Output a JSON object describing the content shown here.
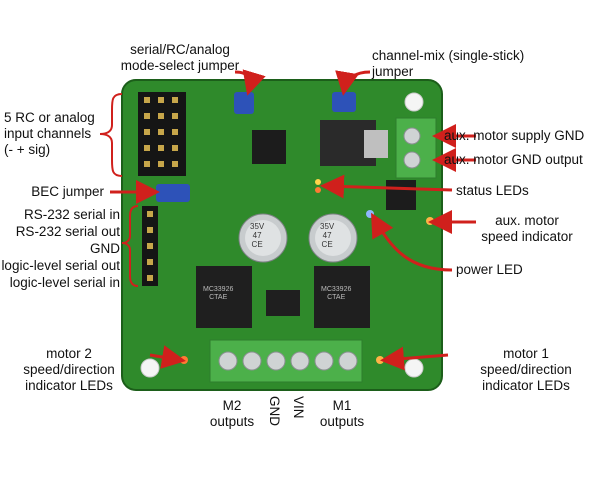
{
  "labels": {
    "mode_select": "serial/RC/analog\nmode-select jumper",
    "channel_mix": "channel-mix (single-stick)\njumper",
    "rc_inputs": "5 RC or analog\ninput channels\n(- + sig)",
    "aux_supply_gnd": "aux. motor supply GND",
    "aux_gnd_output": "aux. motor GND output",
    "bec_jumper": "BEC jumper",
    "status_leds": "status LEDs",
    "rs232_in": "RS-232 serial in",
    "rs232_out": "RS-232 serial out",
    "gnd_left": "GND",
    "logic_out": "logic-level serial out",
    "logic_in": "logic-level serial in",
    "aux_speed": "aux. motor\nspeed indicator",
    "power_led": "power LED",
    "m2_leds": "motor 2\nspeed/direction\nindicator LEDs",
    "m1_leds": "motor 1\nspeed/direction\nindicator LEDs",
    "m2_outputs": "M2\noutputs",
    "gnd_bottom": "GND",
    "vin": "VIN",
    "m1_outputs": "M1\noutputs"
  },
  "chips": {
    "cap_left": "35V\n47\nCE",
    "cap_right": "35V\n47\nCE",
    "driver_left": "MC33926\nCTAE",
    "driver_right": "MC33926\nCTAE"
  },
  "colors": {
    "pcb": "#2f8a2b",
    "pcb_dark": "#1f6a1c",
    "terminal": "#4cb04a",
    "jumper": "#2d52b8",
    "arrow": "#d0201c"
  }
}
